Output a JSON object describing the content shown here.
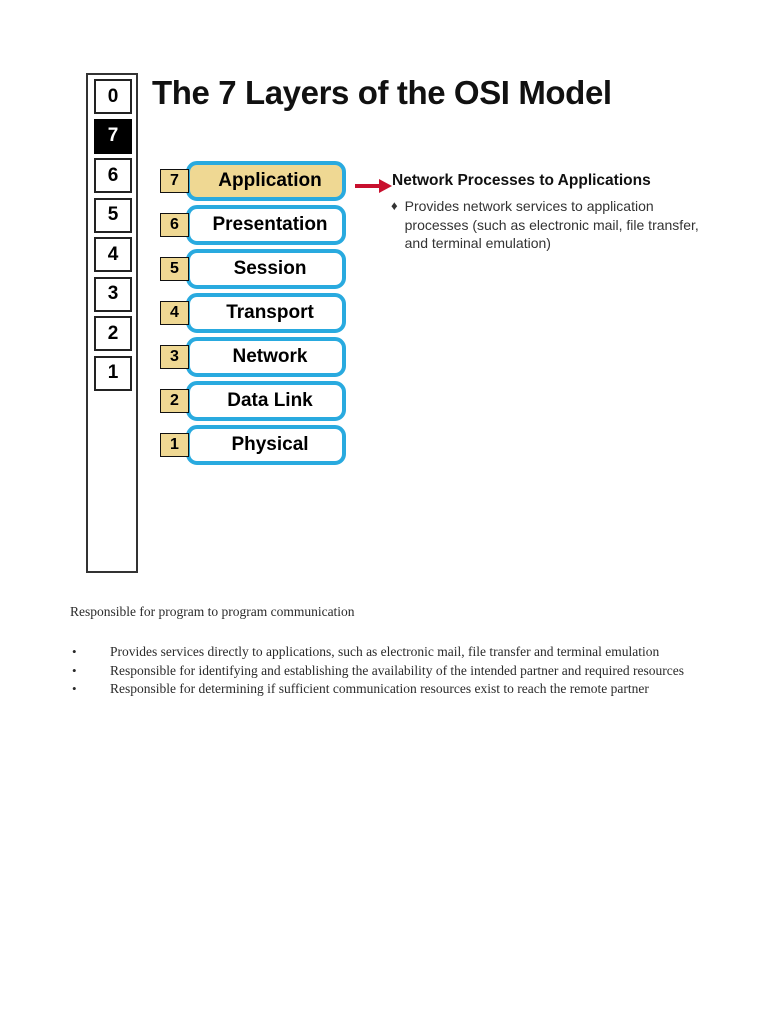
{
  "title": "The 7 Layers of the OSI Model",
  "colors": {
    "layer_border": "#29AADF",
    "number_tab": "#EFD893",
    "highlight_fill": "#EFD893",
    "arrow": "#C8102E",
    "nav_active_bg": "#000000",
    "text": "#111111"
  },
  "nav_strip": {
    "boxes": [
      {
        "label": "0",
        "active": false
      },
      {
        "label": "7",
        "active": true
      },
      {
        "label": "6",
        "active": false
      },
      {
        "label": "5",
        "active": false
      },
      {
        "label": "4",
        "active": false
      },
      {
        "label": "3",
        "active": false
      },
      {
        "label": "2",
        "active": false
      },
      {
        "label": "1",
        "active": false
      }
    ]
  },
  "layers": [
    {
      "number": "7",
      "name": "Application",
      "highlighted": true
    },
    {
      "number": "6",
      "name": "Presentation",
      "highlighted": false
    },
    {
      "number": "5",
      "name": "Session",
      "highlighted": false
    },
    {
      "number": "4",
      "name": "Transport",
      "highlighted": false
    },
    {
      "number": "3",
      "name": "Network",
      "highlighted": false
    },
    {
      "number": "2",
      "name": "Data Link",
      "highlighted": false
    },
    {
      "number": "1",
      "name": "Physical",
      "highlighted": false
    }
  ],
  "callout": {
    "heading": "Network Processes to Applications",
    "bullet_marker": "♦",
    "bullet": "Provides network services to application processes (such as electronic mail, file transfer, and terminal emulation)"
  },
  "notes": {
    "intro": "Responsible for program to program communication",
    "bullet_marker": "•",
    "items": [
      "Provides services directly to applications, such as electronic mail, file transfer and terminal emulation",
      "Responsible for identifying and establishing the availability of the intended partner and required  resources",
      "Responsible for determining if sufficient communication resources exist to reach the remote partner"
    ]
  }
}
